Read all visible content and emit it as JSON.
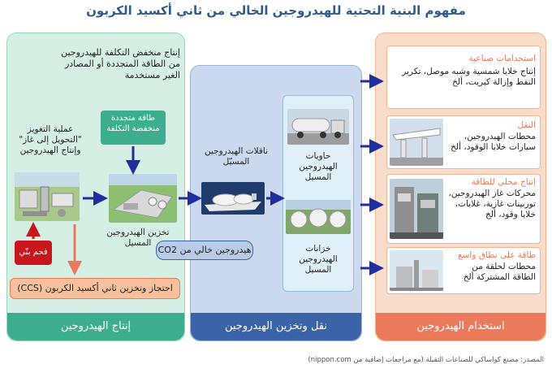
{
  "title": "مفهوم البنية التحتية للهيدروجين الخالي من ثاني أكسيد الكربون",
  "production": {
    "footer": "إنتاج الهيدروجين",
    "header_text": "إنتاج منخفض التكلفة للهيدروجين من الطاقة المتجددة أو المصادر الغير مستخدمة",
    "renewable_box": "طاقة متجددة منخفضة التكلفة",
    "gasification": "عملية التغويز \"التحويل إلى غاز\" وإنتاج الهيدروجين",
    "coal_box": "فحم بنّي",
    "storage": "تخزين الهيدروجين المسيل",
    "ccs": "احتجاز وتخزين ثاني أكسيد الكربون (CCS)"
  },
  "transport": {
    "footer": "نقل وتخزين الهيدروجين",
    "carriers": "ناقلات الهيدروجين المسيّل",
    "co2_free": "هيدروجين خالي من CO2",
    "containers": "حاويات الهيدروجين المسيل",
    "tanks": "خزانات الهيدروجين المسيل"
  },
  "use": {
    "footer": "استخدام الهيدروجين",
    "industrial_title": "استخدامات صناعية",
    "industrial_body": "إنتاج خلايا شمسية وشبه موصل، تكرير النفط وإزالة كبريت، ألخ",
    "transport_title": "النقل",
    "transport_body": "محطات الهيدروجين، سيارات خلايا الوقود، ألخ",
    "local_title": "إنتاج محلي للطاقة",
    "local_body": "محركات غاز الهيدروجين، توربينات غازية، غلايات، خلايا وقود، ألخ",
    "wide_title": "طاقة على نطاق واسع",
    "wide_body": "محطات لحلقة من الطاقة المشتركة ألخ"
  },
  "source": "المصدر: مصنع كواساكي للصناعات الثقيلة (مع مراجعات إضافية من nippon.com)",
  "colors": {
    "production": "#3cae8e",
    "transport": "#3b64a8",
    "use": "#ea7a5b",
    "arrow_blue": "#1f2d9e",
    "arrow_orange": "#ea7a5b",
    "coal_red": "#c8161d"
  }
}
